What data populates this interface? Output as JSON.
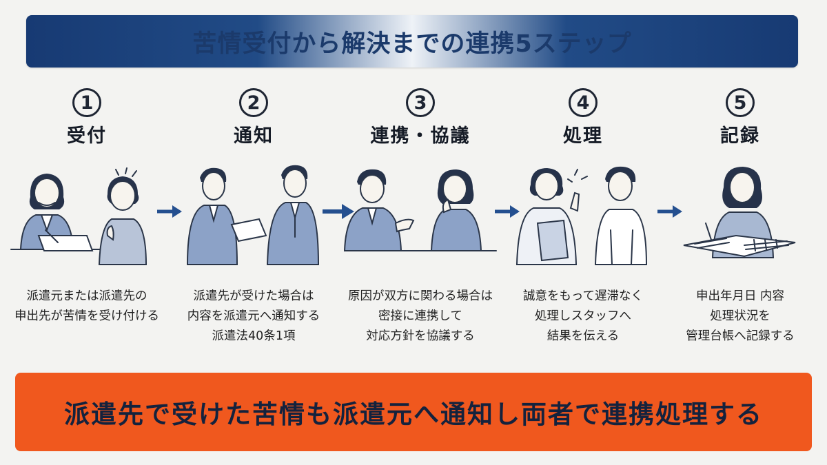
{
  "title": "苦情受付から解決までの連携5ステップ",
  "steps": [
    {
      "num": "1",
      "title": "受付",
      "desc": [
        "派遣元または派遣先の",
        "申出先が苦情を受け付ける"
      ]
    },
    {
      "num": "2",
      "title": "通知",
      "desc": [
        "派遣先が受けた場合は",
        "内容を派遣元へ通知する",
        "派遣法40条1項"
      ]
    },
    {
      "num": "3",
      "title": "連携・協議",
      "desc": [
        "原因が双方に関わる場合は",
        "密接に連携して",
        "対応方針を協議する"
      ]
    },
    {
      "num": "4",
      "title": "処理",
      "desc": [
        "誠意をもって遅滞なく",
        "処理しスタッフへ",
        "結果を伝える"
      ]
    },
    {
      "num": "5",
      "title": "記録",
      "desc": [
        "申出年月日 内容",
        "処理状況を",
        "管理台帳へ記録する"
      ]
    }
  ],
  "summary": "派遣先で受けた苦情も派遣元へ通知し両者で連携処理する",
  "colors": {
    "navy": "#173a73",
    "orange": "#f0581e",
    "arrow": "#244f8f",
    "suit": "#8ca2c7"
  }
}
